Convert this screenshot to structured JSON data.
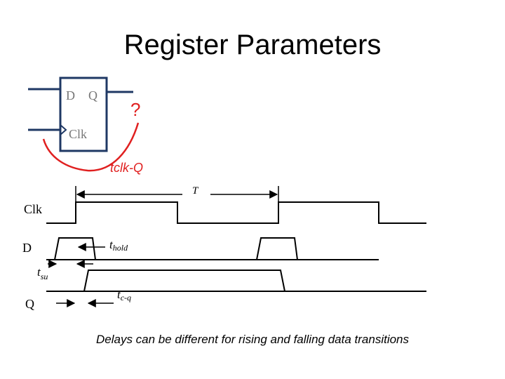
{
  "title": "Register Parameters",
  "register": {
    "d_label": "D",
    "q_label": "Q",
    "clk_label": "Clk"
  },
  "annotation": {
    "output_mark": "?",
    "clk_to_q": "tclk-Q"
  },
  "timing": {
    "period_label": "T",
    "signals": [
      "Clk",
      "D",
      "Q"
    ],
    "t_hold": {
      "base": "t",
      "sub": "hold"
    },
    "t_su": {
      "base": "t",
      "sub": "su"
    },
    "t_cq": {
      "base": "t",
      "sub": "c-q"
    }
  },
  "caption": "Delays can be different for rising and falling data transitions",
  "colors": {
    "register_box": "#1f3864",
    "annotation": "#e02020",
    "lines": "#000000"
  }
}
